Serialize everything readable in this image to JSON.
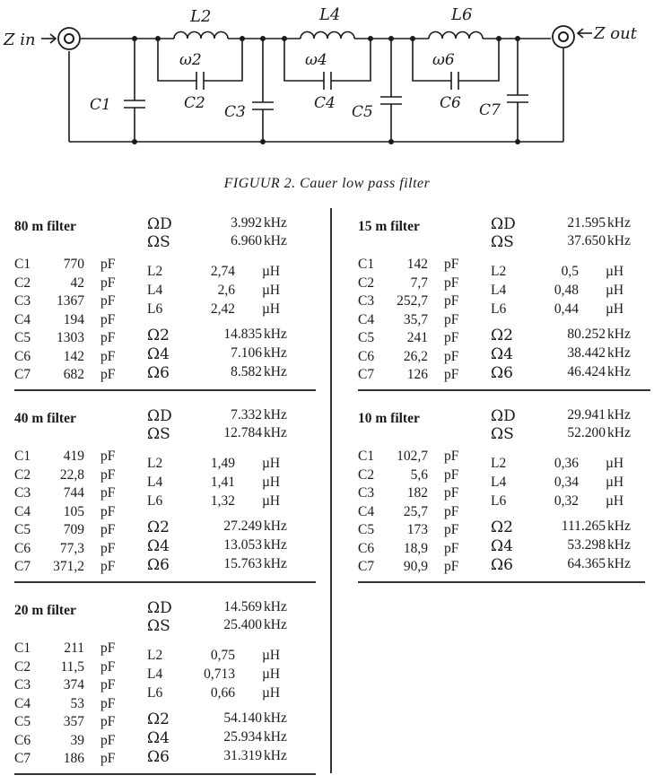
{
  "schematic": {
    "input_label": "Z in",
    "output_label": "Z out",
    "shunt_caps": [
      "C1",
      "C3",
      "C5",
      "C7"
    ],
    "series_sections": [
      {
        "inductor": "L2",
        "omega": "ω2",
        "cap": "C2"
      },
      {
        "inductor": "L4",
        "omega": "ω4",
        "cap": "C4"
      },
      {
        "inductor": "L6",
        "omega": "ω6",
        "cap": "C6"
      }
    ]
  },
  "caption": "FIGUUR 2. Cauer low pass filter",
  "symbols": {
    "omega": "Ω",
    "micro_henry": "µH",
    "pico_farad": "pF",
    "khz": "kHz"
  },
  "filters": [
    {
      "title": "80 m filter",
      "omega_d": {
        "label": "D",
        "value": "3.992"
      },
      "omega_s": {
        "label": "S",
        "value": "6.960"
      },
      "caps": [
        {
          "name": "C1",
          "value": "770"
        },
        {
          "name": "C2",
          "value": "42"
        },
        {
          "name": "C3",
          "value": "1367"
        },
        {
          "name": "C4",
          "value": "194"
        },
        {
          "name": "C5",
          "value": "1303"
        },
        {
          "name": "C6",
          "value": "142"
        },
        {
          "name": "C7",
          "value": "682"
        }
      ],
      "inductors": [
        {
          "name": "L2",
          "value": "2,74"
        },
        {
          "name": "L4",
          "value": "2,6"
        },
        {
          "name": "L6",
          "value": "2,42"
        }
      ],
      "omegas": [
        {
          "label": "2",
          "value": "14.835"
        },
        {
          "label": "4",
          "value": "7.106"
        },
        {
          "label": "6",
          "value": "8.582"
        }
      ]
    },
    {
      "title": "40 m filter",
      "omega_d": {
        "label": "D",
        "value": "7.332"
      },
      "omega_s": {
        "label": "S",
        "value": "12.784"
      },
      "caps": [
        {
          "name": "C1",
          "value": "419"
        },
        {
          "name": "C2",
          "value": "22,8"
        },
        {
          "name": "C3",
          "value": "744"
        },
        {
          "name": "C4",
          "value": "105"
        },
        {
          "name": "C5",
          "value": "709"
        },
        {
          "name": "C6",
          "value": "77,3"
        },
        {
          "name": "C7",
          "value": "371,2"
        }
      ],
      "inductors": [
        {
          "name": "L2",
          "value": "1,49"
        },
        {
          "name": "L4",
          "value": "1,41"
        },
        {
          "name": "L6",
          "value": "1,32"
        }
      ],
      "omegas": [
        {
          "label": "2",
          "value": "27.249"
        },
        {
          "label": "4",
          "value": "13.053"
        },
        {
          "label": "6",
          "value": "15.763"
        }
      ]
    },
    {
      "title": "20 m filter",
      "omega_d": {
        "label": "D",
        "value": "14.569"
      },
      "omega_s": {
        "label": "S",
        "value": "25.400"
      },
      "caps": [
        {
          "name": "C1",
          "value": "211"
        },
        {
          "name": "C2",
          "value": "11,5"
        },
        {
          "name": "C3",
          "value": "374"
        },
        {
          "name": "C4",
          "value": "53"
        },
        {
          "name": "C5",
          "value": "357"
        },
        {
          "name": "C6",
          "value": "39"
        },
        {
          "name": "C7",
          "value": "186"
        }
      ],
      "inductors": [
        {
          "name": "L2",
          "value": "0,75"
        },
        {
          "name": "L4",
          "value": "0,713"
        },
        {
          "name": "L6",
          "value": "0,66"
        }
      ],
      "omegas": [
        {
          "label": "2",
          "value": "54.140"
        },
        {
          "label": "4",
          "value": "25.934"
        },
        {
          "label": "6",
          "value": "31.319"
        }
      ]
    },
    {
      "title": "15 m filter",
      "omega_d": {
        "label": "D",
        "value": "21.595"
      },
      "omega_s": {
        "label": "S",
        "value": "37.650"
      },
      "caps": [
        {
          "name": "C1",
          "value": "142"
        },
        {
          "name": "C2",
          "value": "7,7"
        },
        {
          "name": "C3",
          "value": "252,7"
        },
        {
          "name": "C4",
          "value": "35,7"
        },
        {
          "name": "C5",
          "value": "241"
        },
        {
          "name": "C6",
          "value": "26,2"
        },
        {
          "name": "C7",
          "value": "126"
        }
      ],
      "inductors": [
        {
          "name": "L2",
          "value": "0,5"
        },
        {
          "name": "L4",
          "value": "0,48"
        },
        {
          "name": "L6",
          "value": "0,44"
        }
      ],
      "omegas": [
        {
          "label": "2",
          "value": "80.252"
        },
        {
          "label": "4",
          "value": "38.442"
        },
        {
          "label": "6",
          "value": "46.424"
        }
      ]
    },
    {
      "title": "10 m filter",
      "omega_d": {
        "label": "D",
        "value": "29.941"
      },
      "omega_s": {
        "label": "S",
        "value": "52.200"
      },
      "caps": [
        {
          "name": "C1",
          "value": "102,7"
        },
        {
          "name": "C2",
          "value": "5,6"
        },
        {
          "name": "C3",
          "value": "182"
        },
        {
          "name": "C4",
          "value": "25,7"
        },
        {
          "name": "C5",
          "value": "173"
        },
        {
          "name": "C6",
          "value": "18,9"
        },
        {
          "name": "C7",
          "value": "90,9"
        }
      ],
      "inductors": [
        {
          "name": "L2",
          "value": "0,36"
        },
        {
          "name": "L4",
          "value": "0,34"
        },
        {
          "name": "L6",
          "value": "0,32"
        }
      ],
      "omegas": [
        {
          "label": "2",
          "value": "111.265"
        },
        {
          "label": "4",
          "value": "53.298"
        },
        {
          "label": "6",
          "value": "64.365"
        }
      ]
    }
  ]
}
